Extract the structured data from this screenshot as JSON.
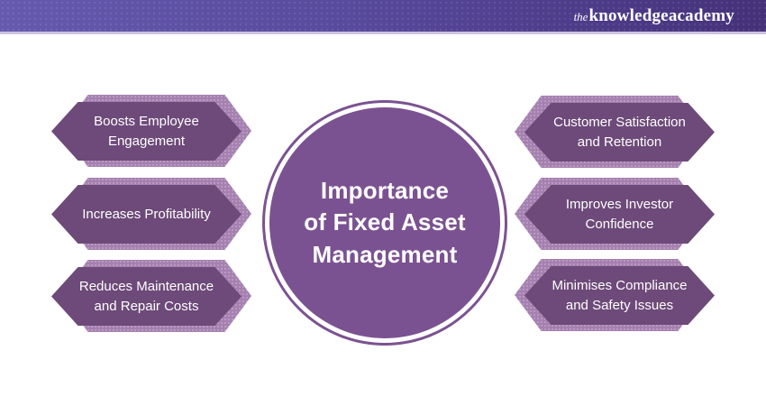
{
  "header": {
    "logo": {
      "prefix": "the",
      "word1": "knowledge",
      "word2": "academy"
    }
  },
  "diagram": {
    "center": {
      "title_lines": [
        "Importance",
        "of Fixed Asset",
        "Management"
      ]
    },
    "left_badges": [
      {
        "label": "Boosts Employee Engagement"
      },
      {
        "label": "Increases Profitability"
      },
      {
        "label": "Reduces Maintenance and Repair Costs"
      }
    ],
    "right_badges": [
      {
        "label": "Customer Satisfaction and Retention"
      },
      {
        "label": "Improves Investor Confidence"
      },
      {
        "label": "Minimises Compliance and Safety Issues"
      }
    ]
  },
  "colors": {
    "header_gradient_start": "#655aae",
    "header_gradient_end": "#453179",
    "header_bottom_border": "#cbc4e0",
    "badge_fill": "#6d4a79",
    "badge_shadow": "#a580b0",
    "circle_fill": "#7b5291",
    "text_on_purple": "#ffffff"
  }
}
